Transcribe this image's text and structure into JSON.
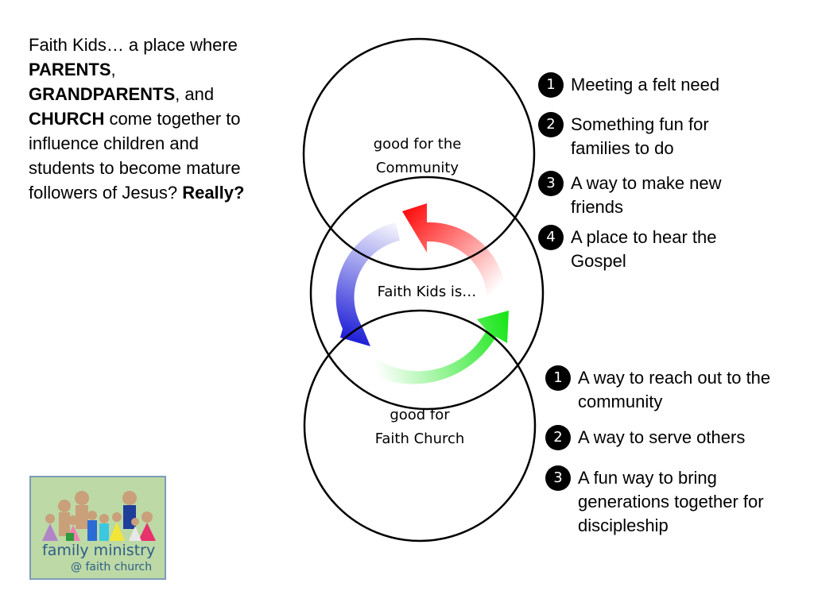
{
  "intro": {
    "lead": "Faith Kids…  a place where ",
    "parents": "PARENTS",
    "comma": ", ",
    "grandparents": "GRANDPARENTS",
    "and": ",  and ",
    "church": "CHURCH",
    "tail": " come together to influence children and students to become mature followers of Jesus?   ",
    "really": "Really?"
  },
  "diagram": {
    "top_circle": {
      "line1": "good for the",
      "line2": "Community"
    },
    "middle_circle": {
      "label": "Faith Kids is…"
    },
    "bottom_circle": {
      "line1": "good for",
      "line2": "Faith Church"
    },
    "arrow_colors": {
      "red": "#ff1010",
      "green": "#19e619",
      "blue": "#1a1ad6"
    }
  },
  "community_list": [
    {
      "num": "1",
      "text": "Meeting a felt need"
    },
    {
      "num": "2",
      "text": "Something fun for families to do"
    },
    {
      "num": "3",
      "text": "A way to make new friends"
    },
    {
      "num": "4",
      "text": "A place to hear the Gospel"
    }
  ],
  "church_list": [
    {
      "num": "1",
      "text": "A way to reach out to the community"
    },
    {
      "num": "2",
      "text": "A way to serve others"
    },
    {
      "num": "3",
      "text": "A fun way to bring generations together for discipleship"
    }
  ],
  "logo": {
    "line1": "family ministry",
    "line2": "@ faith church"
  }
}
